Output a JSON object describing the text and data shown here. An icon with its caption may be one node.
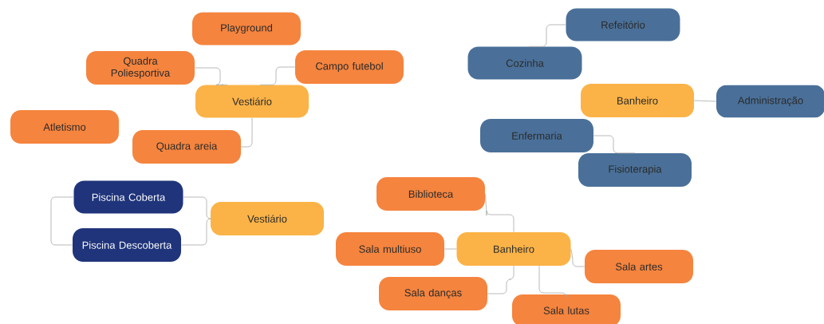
{
  "diagram": {
    "nodes": [
      {
        "text": [
          "Playground"
        ]
      },
      {
        "text": [
          "Quadra Poliesportiva"
        ]
      },
      {
        "text": [
          "Campo futebol"
        ]
      },
      {
        "text": [
          "Vestiário"
        ]
      },
      {
        "text": [
          "Atletismo"
        ]
      },
      {
        "text": [
          "Quadra areia"
        ]
      },
      {
        "text": [
          "Refeitório"
        ]
      },
      {
        "text": [
          "Cozinha"
        ]
      },
      {
        "text": [
          "Banheiro"
        ]
      },
      {
        "text": [
          "Administração"
        ]
      },
      {
        "text": [
          "Enfermaria"
        ]
      },
      {
        "text": [
          "Fisioterapia"
        ]
      },
      {
        "text": [
          "Piscina Coberta"
        ]
      },
      {
        "text": [
          "Piscina Descoberta"
        ]
      },
      {
        "text": [
          "Vestiário"
        ]
      },
      {
        "text": [
          "Biblioteca"
        ]
      },
      {
        "text": [
          "Sala multiuso"
        ]
      },
      {
        "text": [
          "Banheiro"
        ]
      },
      {
        "text": [
          "Sala artes"
        ]
      },
      {
        "text": [
          "Sala danças"
        ]
      },
      {
        "text": [
          "Sala lutas"
        ]
      }
    ],
    "edges": [
      {
        "from": 1,
        "to": 3,
        "arrow": "none"
      },
      {
        "from": 2,
        "to": 3,
        "arrow": "none"
      },
      {
        "from": 3,
        "to": 5,
        "arrow": "none"
      },
      {
        "from": 6,
        "to": 7,
        "arrow": "none"
      },
      {
        "from": 8,
        "to": 9,
        "arrow": "none"
      },
      {
        "from": 10,
        "to": 11,
        "arrow": "none"
      },
      {
        "from": 12,
        "to": 14,
        "arrow": "none"
      },
      {
        "from": 13,
        "to": 14,
        "arrow": "none"
      },
      {
        "from": 12,
        "to": 13,
        "arrow": "none"
      },
      {
        "from": 15,
        "to": 17,
        "arrow": "none"
      },
      {
        "from": 16,
        "to": 17,
        "arrow": "none"
      },
      {
        "from": 17,
        "to": 18,
        "arrow": "none"
      },
      {
        "from": 17,
        "to": 19,
        "arrow": "none"
      },
      {
        "from": 17,
        "to": 20,
        "arrow": "none"
      }
    ]
  }
}
